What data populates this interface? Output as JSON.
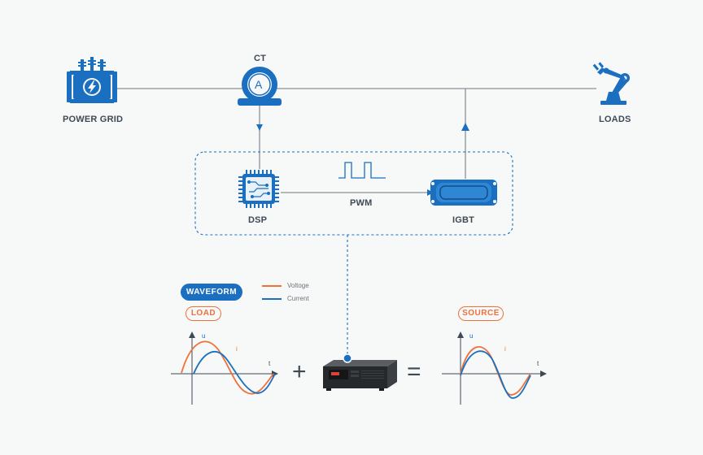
{
  "labels": {
    "power_grid": "POWER GRID",
    "ct": "CT",
    "loads": "LOADS",
    "dsp": "DSP",
    "pwm": "PWM",
    "igbt": "IGBT"
  },
  "badges": {
    "waveform": "WAVEFORM",
    "load": "LOAD",
    "source": "SOURCE"
  },
  "legend": {
    "voltage": "Voltoge",
    "current": "Current"
  },
  "graphs": {
    "load": {
      "u": "u",
      "i": "i",
      "t": "t"
    },
    "source": {
      "u": "u",
      "i": "i",
      "t": "t"
    }
  },
  "operators": {
    "plus": "+",
    "equals": "="
  },
  "ct_symbol": "A",
  "colors": {
    "blue": "#1a6fc0",
    "orange": "#f0703a",
    "line": "#8a9197",
    "text": "#3d4a55"
  },
  "icons": {
    "grid": "transformer-lightning-icon",
    "ct": "current-transformer-icon",
    "loads": "robot-arm-icon",
    "dsp": "chip-icon",
    "igbt": "igbt-module-icon",
    "device": "power-device-icon"
  }
}
